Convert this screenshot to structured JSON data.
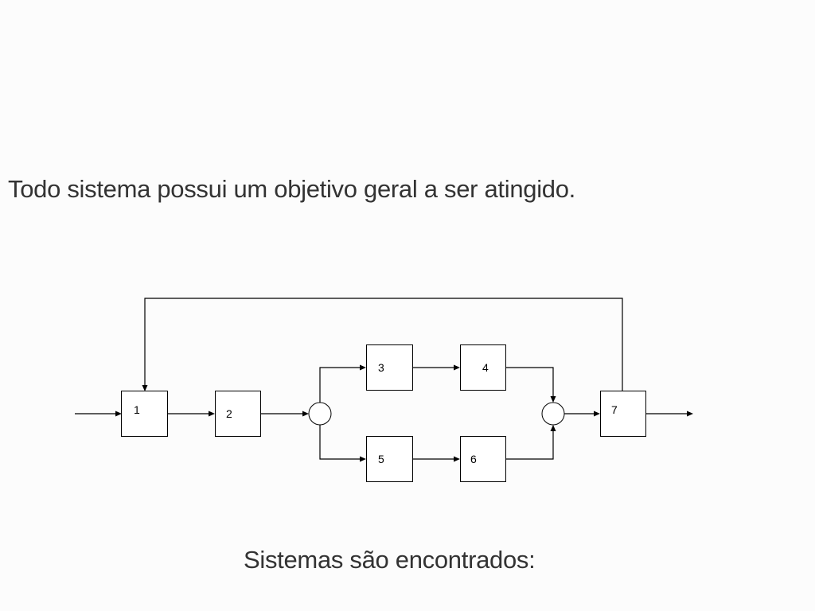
{
  "slide": {
    "headline": "Todo sistema possui um objetivo geral a ser atingido.",
    "footer": "Sistemas são encontrados:"
  },
  "diagram": {
    "blocks": [
      {
        "id": "1",
        "label": "1"
      },
      {
        "id": "2",
        "label": "2"
      },
      {
        "id": "3",
        "label": "3"
      },
      {
        "id": "4",
        "label": "4"
      },
      {
        "id": "5",
        "label": "5"
      },
      {
        "id": "6",
        "label": "6"
      },
      {
        "id": "7",
        "label": "7"
      }
    ],
    "junctions": [
      "split",
      "merge"
    ],
    "connections": [
      {
        "from": "input",
        "to": "1"
      },
      {
        "from": "1",
        "to": "2"
      },
      {
        "from": "2",
        "to": "split"
      },
      {
        "from": "split",
        "to": "3"
      },
      {
        "from": "split",
        "to": "5"
      },
      {
        "from": "3",
        "to": "4"
      },
      {
        "from": "5",
        "to": "6"
      },
      {
        "from": "4",
        "to": "merge"
      },
      {
        "from": "6",
        "to": "merge"
      },
      {
        "from": "merge",
        "to": "7"
      },
      {
        "from": "7",
        "to": "output"
      },
      {
        "from": "7",
        "to": "1",
        "kind": "feedback"
      }
    ]
  }
}
